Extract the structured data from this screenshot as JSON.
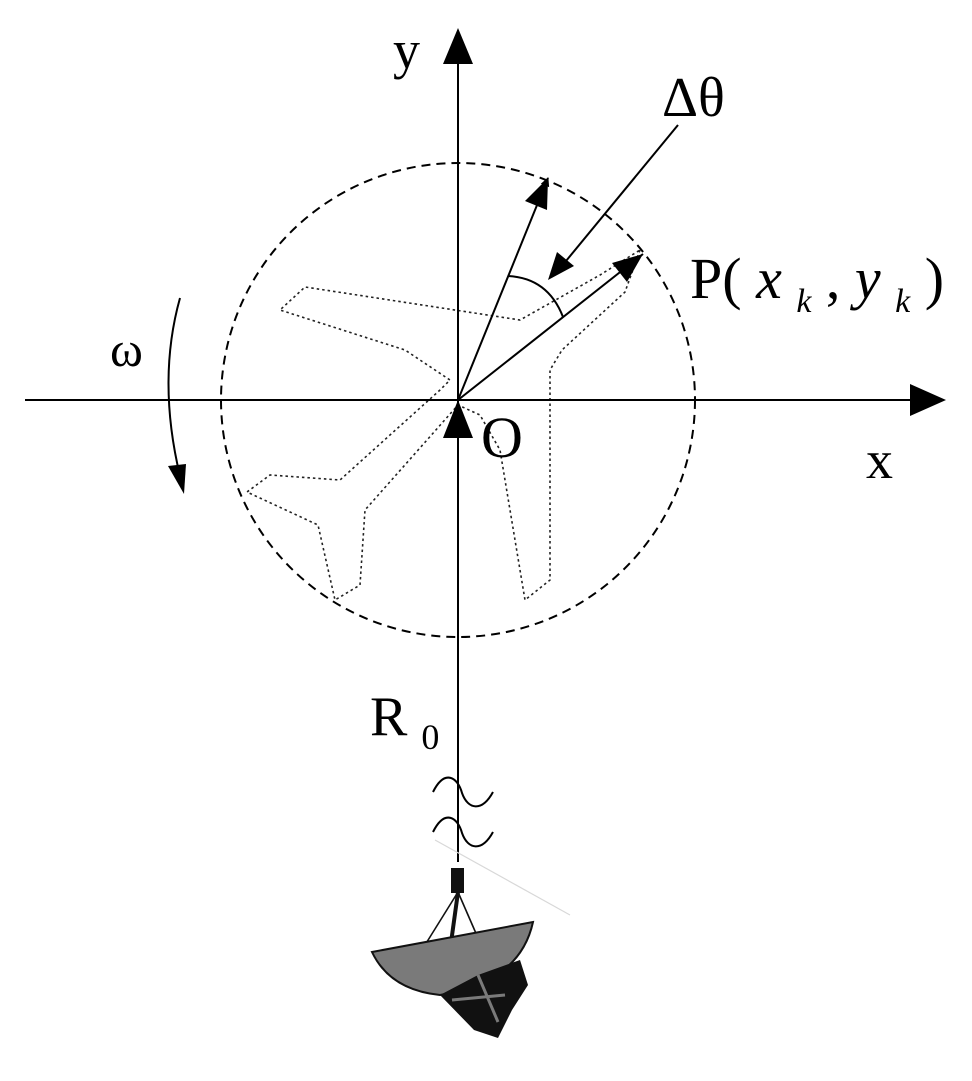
{
  "labels": {
    "y_axis": "y",
    "x_axis": "x",
    "origin": "O",
    "omega": "ω",
    "delta_theta": "Δθ",
    "point": {
      "prefix": "P(",
      "x_var": "x",
      "x_sub": "k",
      "comma": ",",
      "y_var": "y",
      "y_sub": "k",
      "suffix": ")"
    },
    "range": {
      "main": "R",
      "sub": "0"
    }
  },
  "colors": {
    "ink": "#000000",
    "radar_dish": "#7a7a7a",
    "background": "#ffffff"
  },
  "icons": {
    "target": "airplane-outline-icon",
    "sensor": "radar-dish-icon",
    "range_break": "wavy-break-icon"
  }
}
